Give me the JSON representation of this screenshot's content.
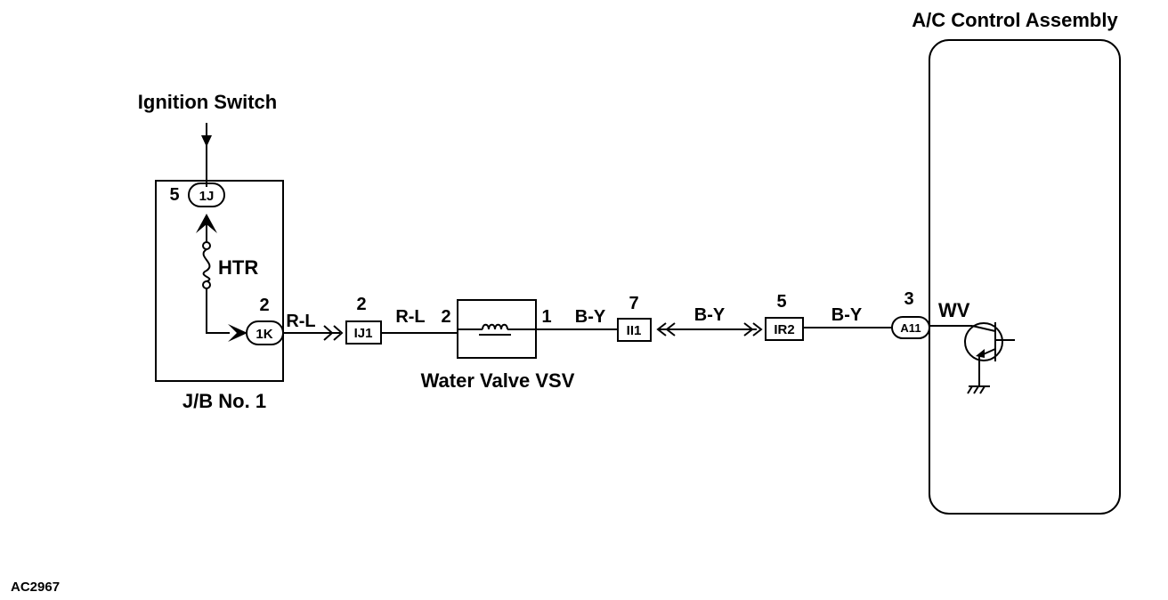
{
  "diagram": {
    "assembly_title": "A/C Control Assembly",
    "ignition_switch": "Ignition Switch",
    "jb_label": "J/B No. 1",
    "fuse_label": "HTR",
    "vsv_label": "Water Valve VSV",
    "figure_code": "AC2967",
    "transistor_label": "WV",
    "connectors": {
      "c1j": {
        "pin": "5",
        "id": "1J"
      },
      "c1k": {
        "pin": "2",
        "id": "1K"
      },
      "cij1": {
        "pin": "2",
        "id": "IJ1"
      },
      "cii1": {
        "pin": "7",
        "id": "II1"
      },
      "cir2": {
        "pin": "5",
        "id": "IR2"
      },
      "ca11": {
        "pin": "3",
        "id": "A11"
      }
    },
    "vsv_pins": {
      "left": "2",
      "right": "1"
    },
    "wires": {
      "w1": "R-L",
      "w2": "R-L",
      "w3": "B-Y",
      "w4": "B-Y",
      "w5": "B-Y"
    }
  }
}
